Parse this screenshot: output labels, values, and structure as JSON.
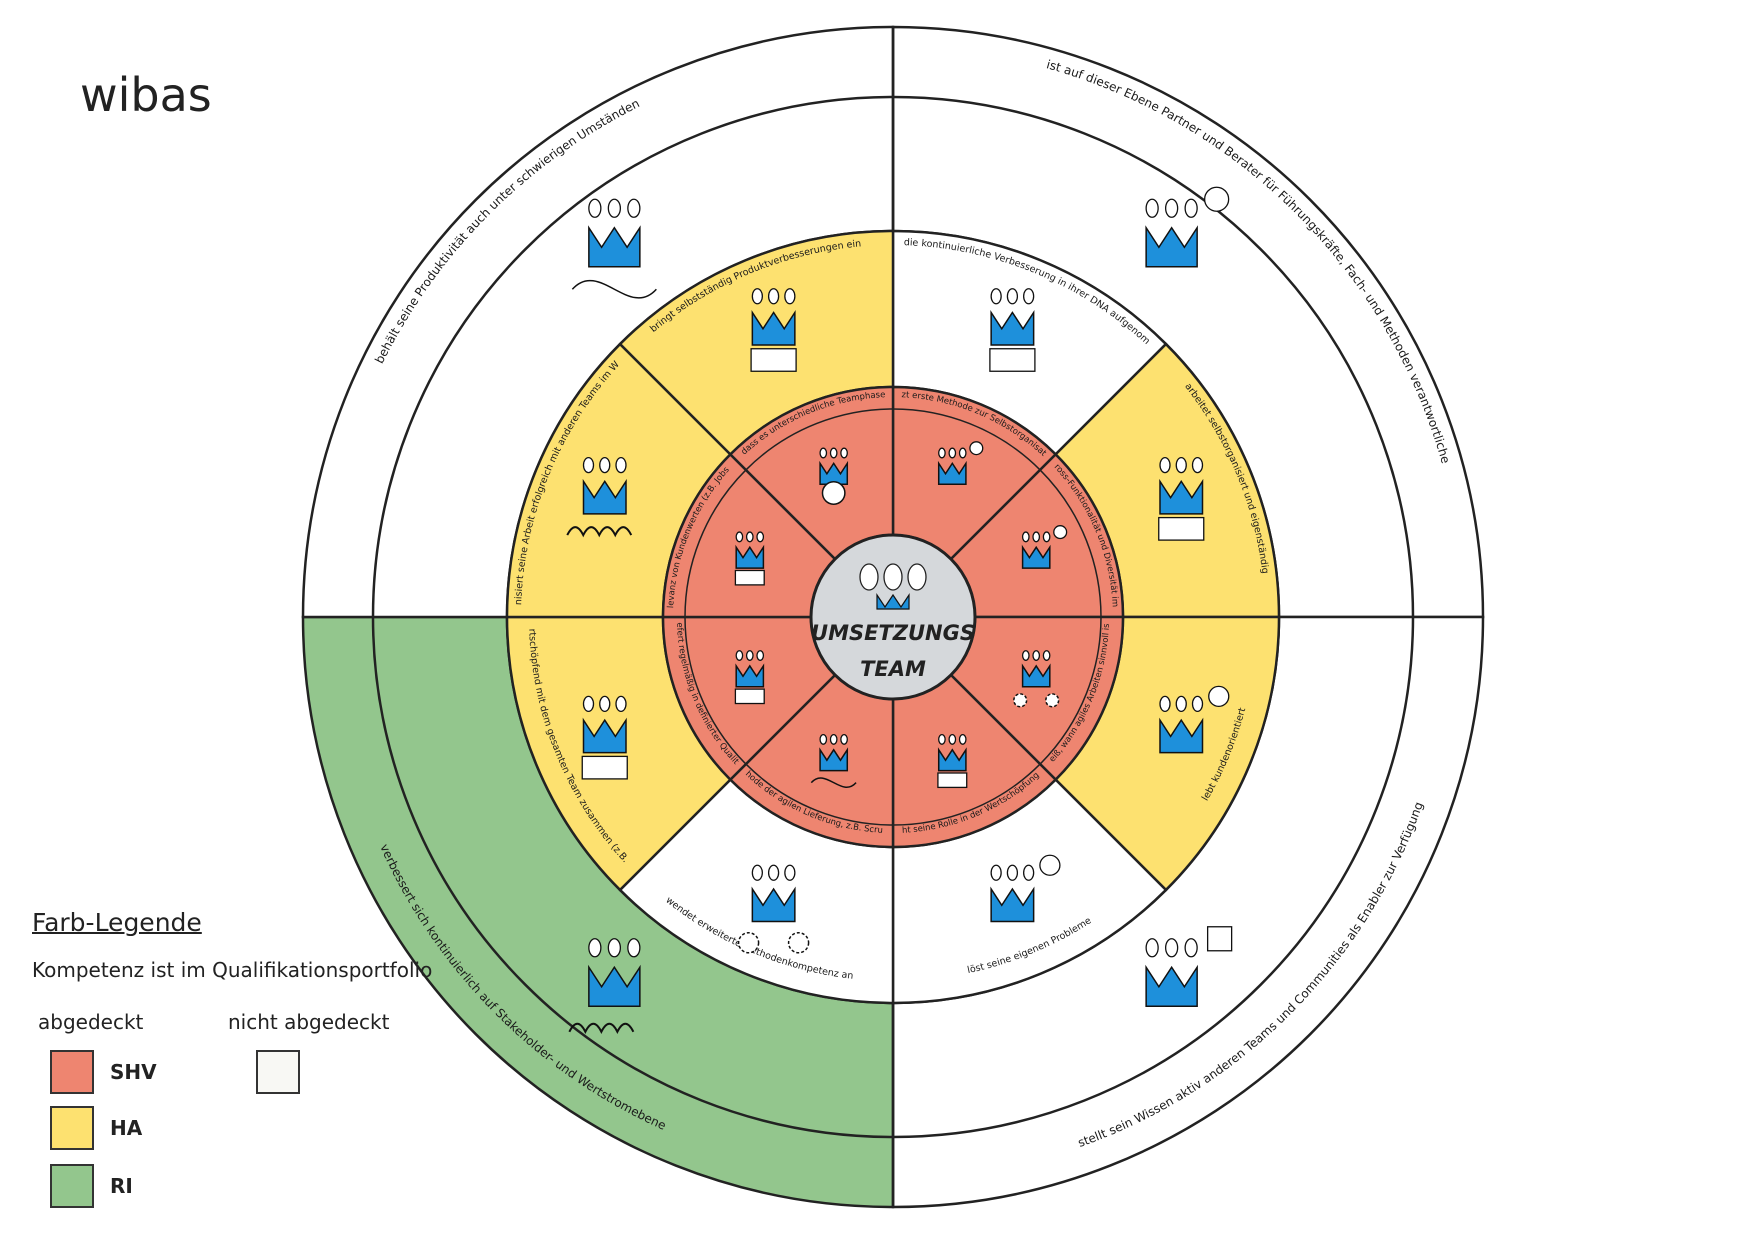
{
  "brand": "wibas",
  "center": {
    "line1": "UMSETZUNGS",
    "line2": "TEAM"
  },
  "colors": {
    "SHV": "#ee8570",
    "HA": "#fde170",
    "RI": "#93c68d",
    "none": "#ffffff",
    "icon_blue": "#1e90db",
    "center_grey": "#d5d8db"
  },
  "ring_outer": [
    {
      "label": "ist auf dieser Ebene Partner und Berater für Führungskräfte, Fach- und Methoden verantwortliche",
      "level": "none"
    },
    {
      "label": "stellt sein Wissen aktiv anderen Teams und Communities als Enabler zur Verfügung",
      "level": "none"
    },
    {
      "label": "verbessert sich kontinuierlich auf Stakeholder- und Wertstromebene",
      "level": "RI"
    },
    {
      "label": "behält seine Produktivität auch unter schwierigen Umständen",
      "level": "none"
    }
  ],
  "ring_middle": [
    {
      "label": "hat die kontinuierliche Verbesserung in ihrer DNA aufgenommen",
      "level": "none"
    },
    {
      "label": "arbeitet selbstorganisiert und eigenständig",
      "level": "HA"
    },
    {
      "label": "lebt kundenorientiert",
      "level": "HA"
    },
    {
      "label": "löst seine eigenen Probleme",
      "level": "none"
    },
    {
      "label": "wendet erweiterte Methodenkompetenz an",
      "level": "none"
    },
    {
      "label": "arbeitet wertschöpfend mit dem gesamten Team zusammen (z.B. PO und SM)",
      "level": "HA"
    },
    {
      "label": "synchronisiert seine Arbeit erfolgreich mit anderen Teams im Wertstrom",
      "level": "HA"
    },
    {
      "label": "bringt selbstständig Produktverbesserungen ein",
      "level": "HA"
    }
  ],
  "ring_inner": [
    {
      "label": "nutzt erste Methode zur Selbstorganisation",
      "level": "SHV"
    },
    {
      "label": "versteht den Nutzen von Cross-Funktionalität und Diversität im Team zur Wertgenerierung",
      "level": "SHV"
    },
    {
      "label": "weiß, wann agiles Arbeiten sinnvoll ist",
      "level": "SHV"
    },
    {
      "label": "versteht seine Rolle in der Wertschöpfungskette",
      "level": "SHV"
    },
    {
      "label": "nutzt eine Methode der agilen Lieferung, z.B. Scrum oder Kanban",
      "level": "SHV"
    },
    {
      "label": "Liefert regelmäßig in definierter Qualität",
      "level": "SHV"
    },
    {
      "label": "versteht Relevanz von Kundenwerten (z.B. Jobs to be done)",
      "level": "SHV"
    },
    {
      "label": "Weiß, dass es unterschiedliche Teamphasen gibt",
      "level": "SHV"
    }
  ],
  "icons": {
    "outer": [
      "bulb-icon",
      "puzzle-icon",
      "staircase-icon",
      "maze-icon"
    ],
    "middle": [
      "pdca-icon",
      "bridge-icon",
      "thought-icon",
      "question-icon",
      "gears-icon",
      "tug-icon",
      "spring-icon",
      "ideas-icon"
    ],
    "inner": [
      "speech-icon",
      "cloud-icon",
      "gauge-icon",
      "chain-icon",
      "loop-icon",
      "board-icon",
      "building-icon",
      "clock-icon"
    ]
  },
  "legend": {
    "title": "Farb-Legende",
    "subtitle": "Kompetenz ist im Qualifikationsportfolio",
    "covered": "abgedeckt",
    "not_covered": "nicht abgedeckt",
    "items": [
      {
        "key": "SHV",
        "label": "SHV"
      },
      {
        "key": "HA",
        "label": "HA"
      },
      {
        "key": "RI",
        "label": "RI"
      }
    ]
  }
}
